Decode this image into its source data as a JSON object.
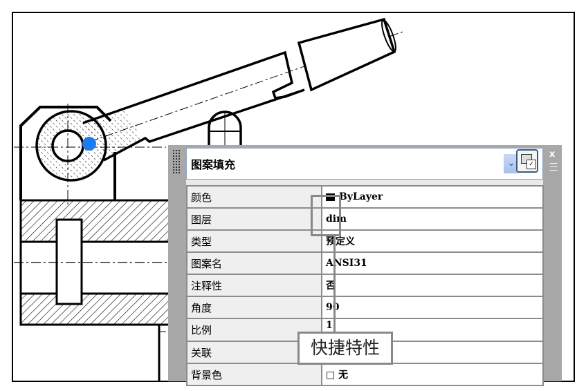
{
  "panel": {
    "object_type": "图案填充",
    "dropdown_icon": "chevron-down-icon",
    "select_objects_icon": "quick-select-icon",
    "close_label": "x",
    "menu_icon": "options-menu-icon",
    "properties": [
      {
        "label": "颜色",
        "value": "ByLayer",
        "swatch": "#000000"
      },
      {
        "label": "图层",
        "value": "dim"
      },
      {
        "label": "类型",
        "value": "预定义"
      },
      {
        "label": "图案名",
        "value": "ANSI31"
      },
      {
        "label": "注释性",
        "value": "否"
      },
      {
        "label": "角度",
        "value": "90"
      },
      {
        "label": "比例",
        "value": "1"
      },
      {
        "label": "关联",
        "value": ""
      },
      {
        "label": "背景色",
        "value": "无",
        "icon": "none-color-icon"
      }
    ]
  },
  "callout": {
    "label": "快捷特性"
  },
  "colors": {
    "grip": "#1a7cf0",
    "panel_frame": "#a8a8a8"
  }
}
